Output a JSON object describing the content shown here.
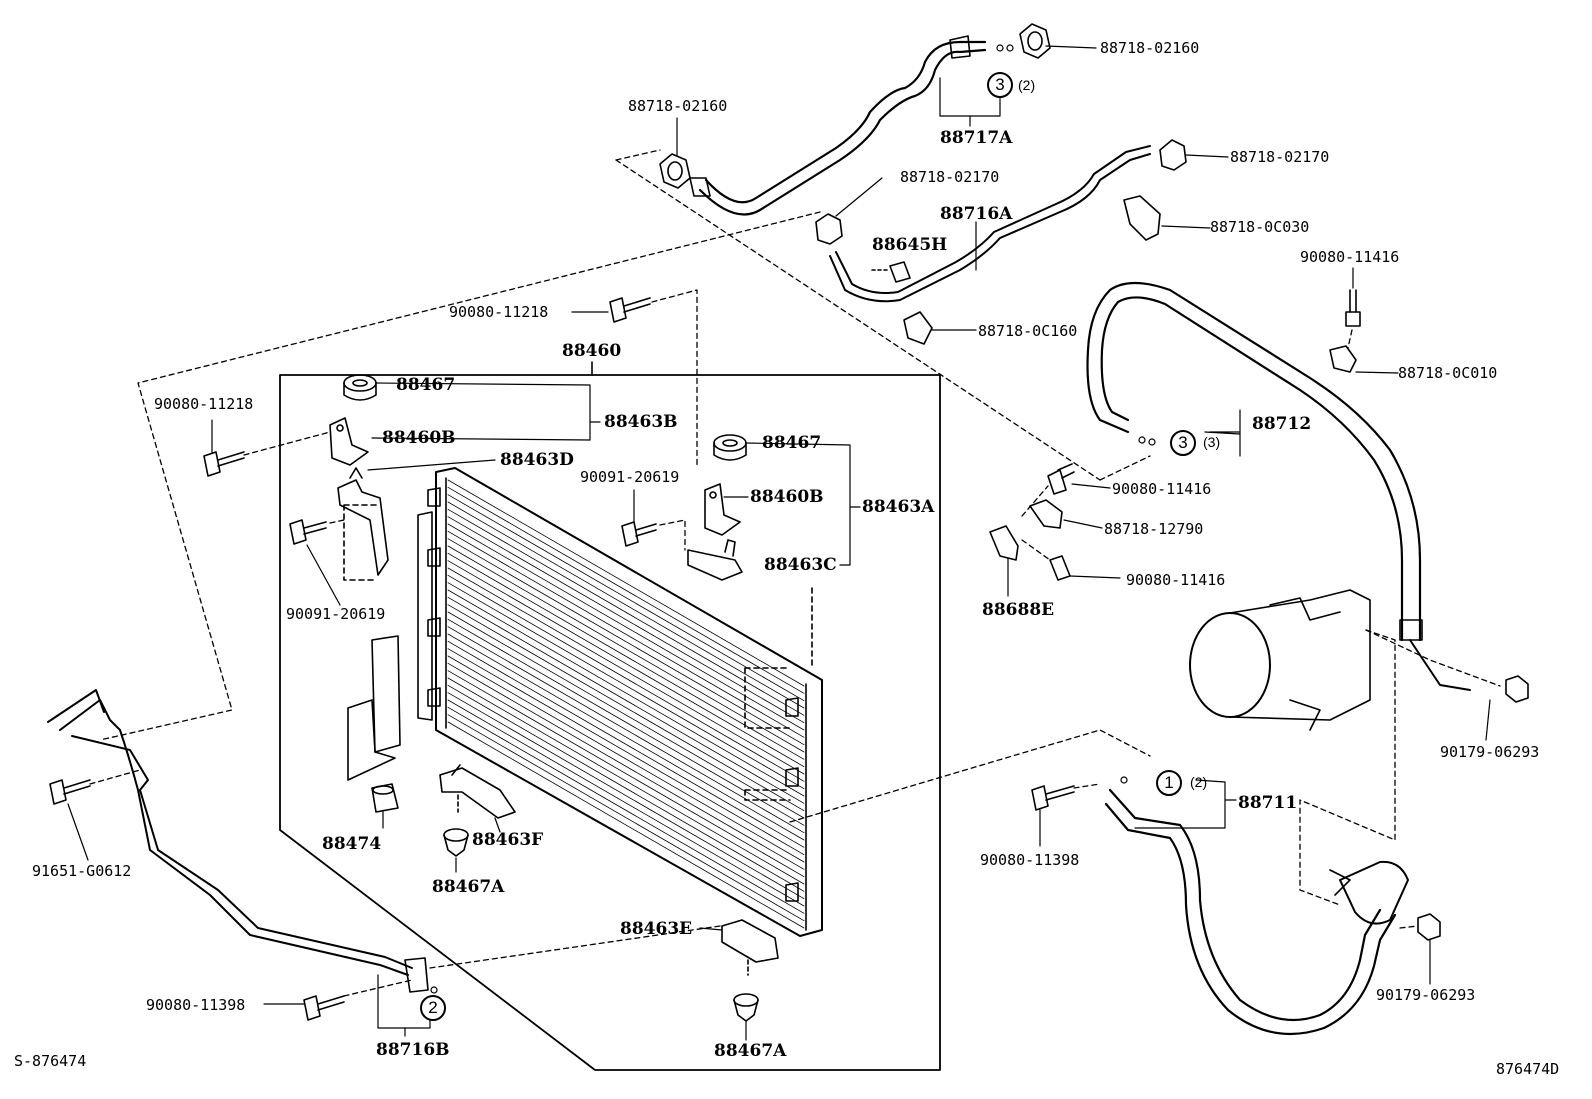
{
  "diagram_id": "876474D",
  "footer_code": "S-876474",
  "labels": {
    "p88718_02160_top": "88718-02160",
    "p88718_02160_left": "88718-02160",
    "p88717A": "88717A",
    "p88718_02170_right": "88718-02170",
    "p88718_02170_mid": "88718-02170",
    "p88716A": "88716A",
    "p88645H": "88645H",
    "p88718_0C030": "88718-0C030",
    "p90080_11416_top": "90080-11416",
    "p88718_0C160": "88718-0C160",
    "p88718_0C010": "88718-0C010",
    "p90080_11218_top": "90080-11218",
    "p88460": "88460",
    "p90080_11218_left": "90080-11218",
    "p88467_a": "88467",
    "p88460B_a": "88460B",
    "p88463B": "88463B",
    "p88463D": "88463D",
    "p88467_b": "88467",
    "p90091_20619_top": "90091-20619",
    "p88460B_b": "88460B",
    "p88463A": "88463A",
    "p88463C": "88463C",
    "p90091_20619_left": "90091-20619",
    "p88712": "88712",
    "p90080_11416_mid": "90080-11416",
    "p88718_12790": "88718-12790",
    "p90080_11416_low": "90080-11416",
    "p88688E": "88688E",
    "p88474": "88474",
    "p88463F": "88463F",
    "p88467A_left": "88467A",
    "p91651_G0612": "91651-G0612",
    "p90179_06293_top": "90179-06293",
    "p88711": "88711",
    "p90080_11398_right": "90080-11398",
    "p88463E": "88463E",
    "p90179_06293_low": "90179-06293",
    "p90080_11398_left": "90080-11398",
    "p88716B": "88716B",
    "p88467A_bottom": "88467A"
  },
  "callouts": {
    "c3_top": {
      "num": "3",
      "qty": "(2)"
    },
    "c3_mid": {
      "num": "3",
      "qty": "(3)"
    },
    "c1": {
      "num": "1",
      "qty": "(2)"
    },
    "c2": {
      "num": "2"
    }
  }
}
